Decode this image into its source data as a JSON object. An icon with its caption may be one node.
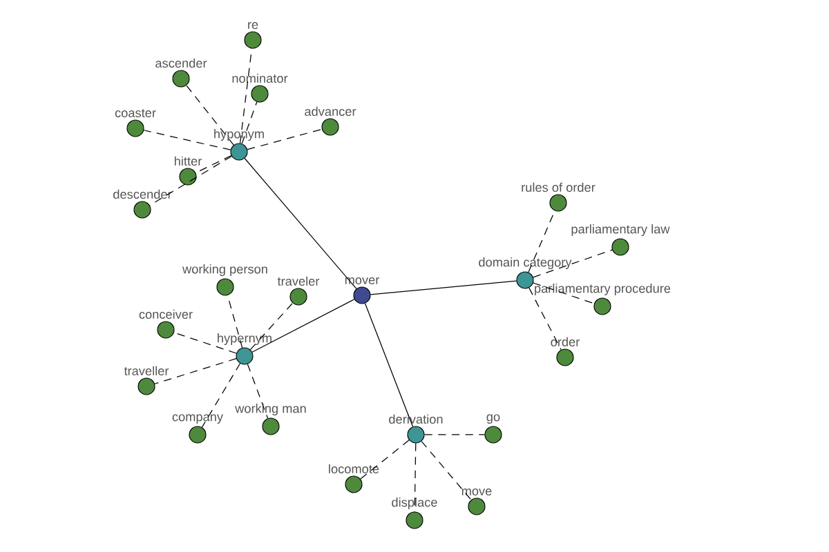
{
  "diagram": {
    "nodes": [
      {
        "text": [
          "mover"
        ]
      },
      {
        "text": [
          "hyponym"
        ]
      },
      {
        "text": [
          "re"
        ]
      },
      {
        "text": [
          "ascender"
        ]
      },
      {
        "text": [
          "nominator"
        ]
      },
      {
        "text": [
          "coaster"
        ]
      },
      {
        "text": [
          "advancer"
        ]
      },
      {
        "text": [
          "hitter"
        ]
      },
      {
        "text": [
          "descender"
        ]
      },
      {
        "text": [
          "domain category"
        ]
      },
      {
        "text": [
          "rules of order"
        ]
      },
      {
        "text": [
          "parliamentary law"
        ]
      },
      {
        "text": [
          "parliamentary procedure"
        ]
      },
      {
        "text": [
          "order"
        ]
      },
      {
        "text": [
          "hypernym"
        ]
      },
      {
        "text": [
          "working person"
        ]
      },
      {
        "text": [
          "traveler"
        ]
      },
      {
        "text": [
          "conceiver"
        ]
      },
      {
        "text": [
          "traveller"
        ]
      },
      {
        "text": [
          "company"
        ]
      },
      {
        "text": [
          "working man"
        ]
      },
      {
        "text": [
          "derivation"
        ]
      },
      {
        "text": [
          "go"
        ]
      },
      {
        "text": [
          "locomote"
        ]
      },
      {
        "text": [
          "move"
        ]
      },
      {
        "text": [
          "displace"
        ]
      }
    ],
    "edges": [
      {
        "from": 0,
        "to": 1,
        "arrow": "none"
      },
      {
        "from": 0,
        "to": 9,
        "arrow": "none"
      },
      {
        "from": 0,
        "to": 14,
        "arrow": "none"
      },
      {
        "from": 0,
        "to": 21,
        "arrow": "none"
      },
      {
        "from": 1,
        "to": 2,
        "arrow": "none",
        "style": "dashed"
      },
      {
        "from": 1,
        "to": 3,
        "arrow": "none",
        "style": "dashed"
      },
      {
        "from": 1,
        "to": 4,
        "arrow": "none",
        "style": "dashed"
      },
      {
        "from": 1,
        "to": 5,
        "arrow": "none",
        "style": "dashed"
      },
      {
        "from": 1,
        "to": 6,
        "arrow": "none",
        "style": "dashed"
      },
      {
        "from": 1,
        "to": 7,
        "arrow": "none",
        "style": "dashed"
      },
      {
        "from": 1,
        "to": 8,
        "arrow": "none",
        "style": "dashed"
      },
      {
        "from": 9,
        "to": 10,
        "arrow": "none",
        "style": "dashed"
      },
      {
        "from": 9,
        "to": 11,
        "arrow": "none",
        "style": "dashed"
      },
      {
        "from": 9,
        "to": 12,
        "arrow": "none",
        "style": "dashed"
      },
      {
        "from": 9,
        "to": 13,
        "arrow": "none",
        "style": "dashed"
      },
      {
        "from": 14,
        "to": 15,
        "arrow": "none",
        "style": "dashed"
      },
      {
        "from": 14,
        "to": 16,
        "arrow": "none",
        "style": "dashed"
      },
      {
        "from": 14,
        "to": 17,
        "arrow": "none",
        "style": "dashed"
      },
      {
        "from": 14,
        "to": 18,
        "arrow": "none",
        "style": "dashed"
      },
      {
        "from": 14,
        "to": 19,
        "arrow": "none",
        "style": "dashed"
      },
      {
        "from": 14,
        "to": 20,
        "arrow": "none",
        "style": "dashed"
      },
      {
        "from": 21,
        "to": 22,
        "arrow": "none",
        "style": "dashed"
      },
      {
        "from": 21,
        "to": 23,
        "arrow": "none",
        "style": "dashed"
      },
      {
        "from": 21,
        "to": 24,
        "arrow": "none",
        "style": "dashed"
      },
      {
        "from": 21,
        "to": 25,
        "arrow": "none",
        "style": "dashed"
      }
    ]
  }
}
